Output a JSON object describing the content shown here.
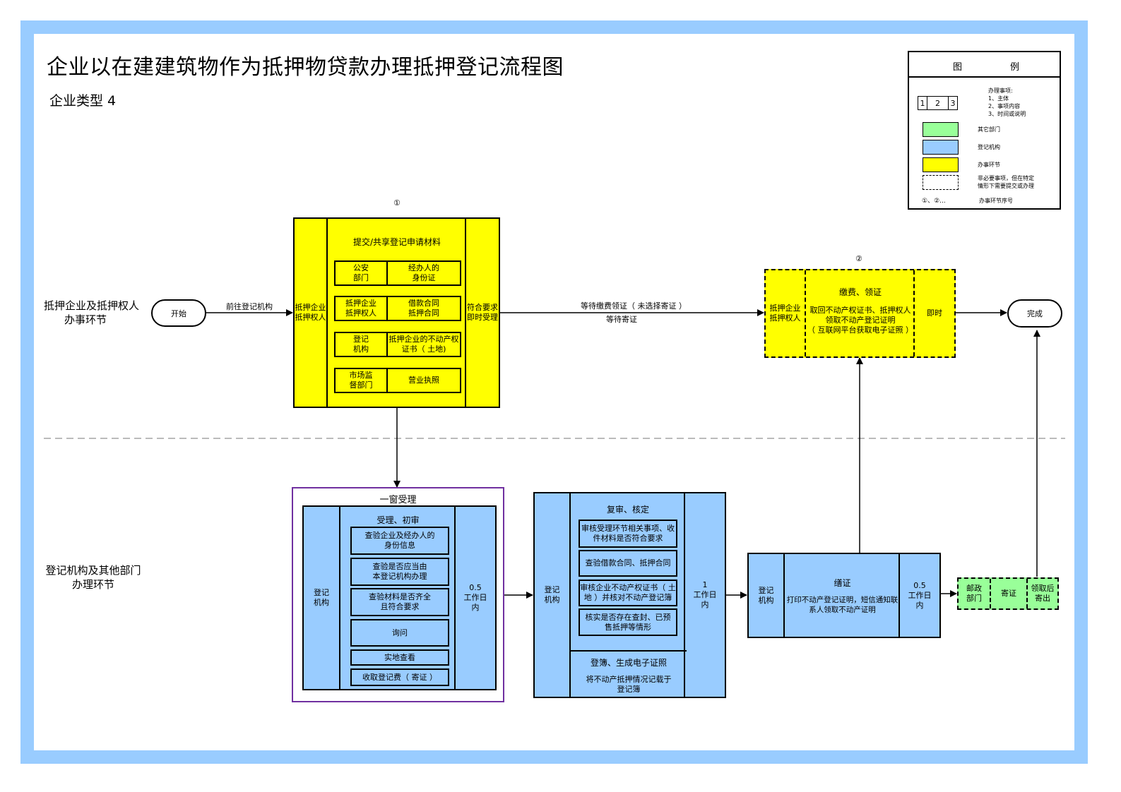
{
  "title": "企业以在建建筑物作为抵押物贷款办理抵押登记流程图",
  "subtitle": "企业类型  4",
  "colors": {
    "frame": "#99ccff",
    "yellow": "#ffff00",
    "blue": "#99ccff",
    "green": "#99ff99",
    "window_border": "#7030a0",
    "divider": "#bbbbbb"
  },
  "legend": {
    "header_left": "图",
    "header_right": "例",
    "item_box": [
      "1",
      "2",
      "3"
    ],
    "item_box_desc": [
      "办理事项:",
      "1、主体",
      "2、事项内容",
      "3、时间或说明"
    ],
    "green_label": "其它部门",
    "blue_label": "登记机构",
    "yellow_label": "办事环节",
    "dashed_label": [
      "非必要事项，但在特定",
      "情形下需要提交或办理"
    ],
    "sequence_sample": "①、②...",
    "sequence_label": "办事环节序号"
  },
  "lanes": {
    "top": [
      "抵押企业及抵押权人",
      "办事环节"
    ],
    "bottom": [
      "登记机构及其他部门",
      "办理环节"
    ]
  },
  "start": {
    "label": "开始",
    "edge_label": "前往登记机构"
  },
  "end": {
    "label": "完成"
  },
  "step1": {
    "number": "①",
    "subject": [
      "抵押企业",
      "抵押权人"
    ],
    "heading": "提交/共享登记申请材料",
    "rows": [
      {
        "left": [
          "公安",
          "部门"
        ],
        "right": [
          "经办人的",
          "身份证"
        ]
      },
      {
        "left": [
          "抵押企业",
          "抵押权人"
        ],
        "right": [
          "借款合同",
          "抵押合同"
        ]
      },
      {
        "left": [
          "登记",
          "机构"
        ],
        "right": [
          "抵押企业的不动产权",
          "证书（ 土地)"
        ]
      },
      {
        "left": [
          "市场监",
          "督部门"
        ],
        "right": [
          "营业执照"
        ]
      }
    ],
    "note": [
      "符合要求",
      "即时受理"
    ]
  },
  "edge_step1_to_step2": {
    "above": "等待缴费领证（ 未选择寄证 ）",
    "below": "等待寄证"
  },
  "step2": {
    "number": "②",
    "subject": [
      "抵押企业",
      "抵押权人"
    ],
    "heading": "缴费、领证",
    "lines": [
      "取回不动产权证书、抵押权人",
      "领取不动产登记证明",
      "（ 互联网平台获取电子证照 ）"
    ],
    "note": "即时"
  },
  "window": {
    "title": "一窗受理",
    "subject": [
      "登记",
      "机构"
    ],
    "heading": "受理、初审",
    "items": [
      [
        "查验企业及经办人的",
        "身份信息"
      ],
      [
        "查验是否应当由",
        "本登记机构办理"
      ],
      [
        "查验材料是否齐全",
        "且符合要求"
      ],
      [
        "询问"
      ],
      [
        "实地查看"
      ],
      [
        "收取登记费（ 寄证 ）"
      ]
    ],
    "time": [
      "0.5",
      "工作日",
      "内"
    ]
  },
  "review": {
    "subject": [
      "登记",
      "机构"
    ],
    "heading": "复审、核定",
    "items": [
      [
        "审核受理环节相关事项、收",
        "件材料是否符合要求"
      ],
      [
        "查验借款合同、抵押合同"
      ],
      [
        "审核企业不动产权证书（ 土",
        "地 ）并核对不动产登记簿"
      ],
      [
        "核实是否存在查封、已预",
        "售抵押等情形"
      ]
    ],
    "sub_heading": "登簿、生成电子证照",
    "sub_text": [
      "将不动产抵押情况记载于",
      "登记簿"
    ],
    "time": [
      "1",
      "工作日",
      "内"
    ]
  },
  "certify": {
    "subject": [
      "登记",
      "机构"
    ],
    "heading": "缮证",
    "text": [
      "打印不动产登记证明，短信通知联",
      "系人领取不动产证明"
    ],
    "time": [
      "0.5",
      "工作日",
      "内"
    ]
  },
  "mail": {
    "subject": [
      "邮政",
      "部门"
    ],
    "action": "寄证",
    "note": [
      "领取后",
      "寄出"
    ]
  }
}
